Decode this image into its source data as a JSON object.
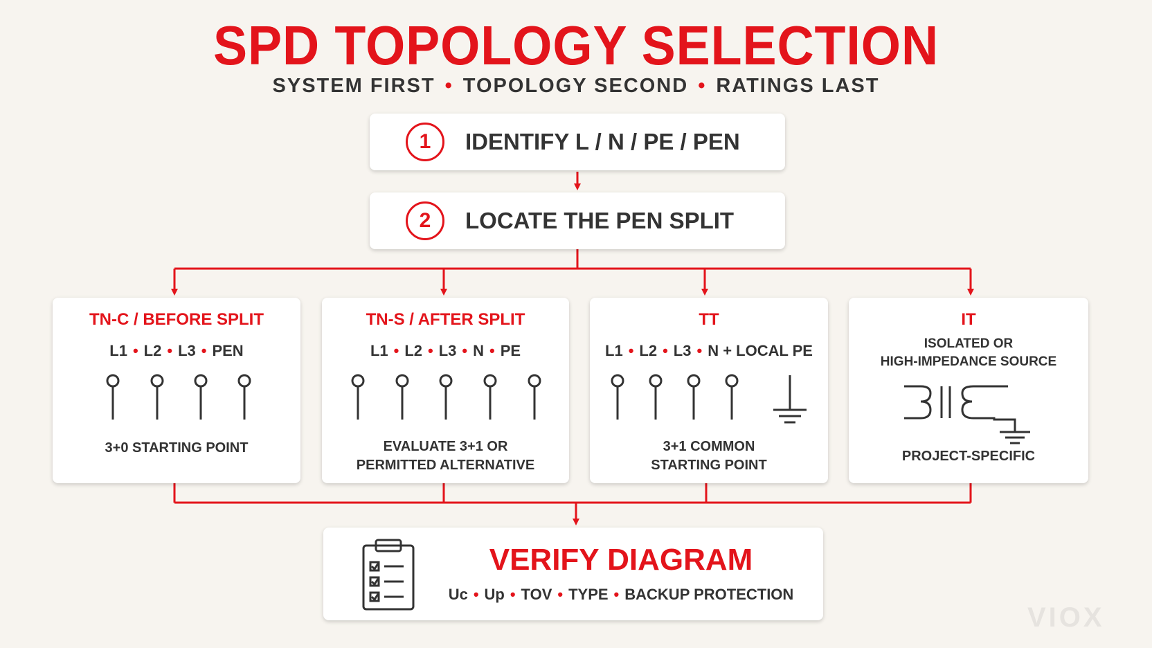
{
  "title": "SPD TOPOLOGY SELECTION",
  "subtitle": [
    "SYSTEM FIRST",
    "TOPOLOGY SECOND",
    "RATINGS LAST"
  ],
  "steps": [
    {
      "number": "1",
      "label": "IDENTIFY L / N / PE / PEN"
    },
    {
      "number": "2",
      "label": "LOCATE THE PEN SPLIT"
    }
  ],
  "cards": [
    {
      "title": "TN-C / BEFORE SPLIT",
      "conductors": [
        "L1",
        "L2",
        "L3",
        "PEN"
      ],
      "note": [
        "3+0 STARTING POINT"
      ]
    },
    {
      "title": "TN-S / AFTER SPLIT",
      "conductors": [
        "L1",
        "L2",
        "L3",
        "N",
        "PE"
      ],
      "note": [
        "EVALUATE 3+1 OR",
        "PERMITTED ALTERNATIVE"
      ]
    },
    {
      "title": "TT",
      "conductors": [
        "L1",
        "L2",
        "L3",
        "N + LOCAL PE"
      ],
      "note": [
        "3+1 COMMON",
        "STARTING POINT"
      ]
    },
    {
      "title": "IT",
      "subtitle": [
        "ISOLATED OR",
        "HIGH-IMPEDANCE SOURCE"
      ],
      "note": [
        "PROJECT-SPECIFIC"
      ]
    }
  ],
  "verify": {
    "title": "VERIFY DIAGRAM",
    "items": [
      "Uc",
      "Up",
      "TOV",
      "TYPE",
      "BACKUP PROTECTION"
    ]
  },
  "logo": "VIOX",
  "icons": {
    "clipboard": "clipboard-checklist-icon",
    "ground": "ground-symbol-icon",
    "transformer": "transformer-icon",
    "terminal": "terminal-pin-icon"
  },
  "colors": {
    "accent": "#e3141b",
    "text": "#333333",
    "background": "#f7f4ef"
  }
}
